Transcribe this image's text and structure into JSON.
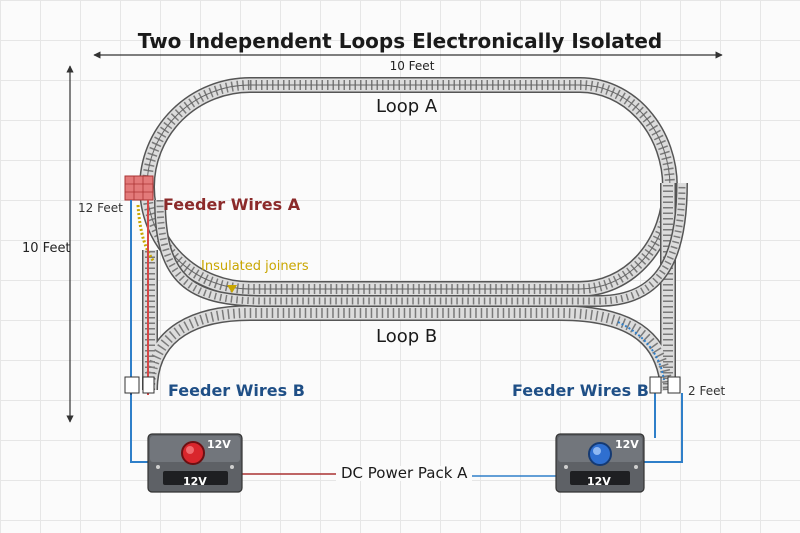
{
  "title": "Two Independent Loops Electronically Isolated",
  "dimensions": {
    "top": "10 Feet",
    "left": "10 Feet",
    "side": "12 Feet",
    "right": "2 Feet"
  },
  "loops": {
    "a": "Loop A",
    "b": "Loop B"
  },
  "labels": {
    "feeder_a": "Feeder Wires A",
    "feeder_b_left": "Feeder Wires B",
    "feeder_b_right": "Feeder Wires B",
    "insulated_joiners": "Insulated joiners",
    "power_pack": "DC Power Pack A"
  },
  "power_packs": {
    "left": {
      "voltage_top": "12V",
      "voltage_display": "12V",
      "button_color": "#d9262c"
    },
    "right": {
      "voltage_top": "12V",
      "voltage_display": "12V",
      "button_color": "#2f6fd0"
    }
  },
  "colors": {
    "feeder_a": "#d64545",
    "feeder_b": "#2f7fc9",
    "insulated": "#c9a600",
    "track_rail": "#555555",
    "track_bed": "#dcdcdc"
  }
}
